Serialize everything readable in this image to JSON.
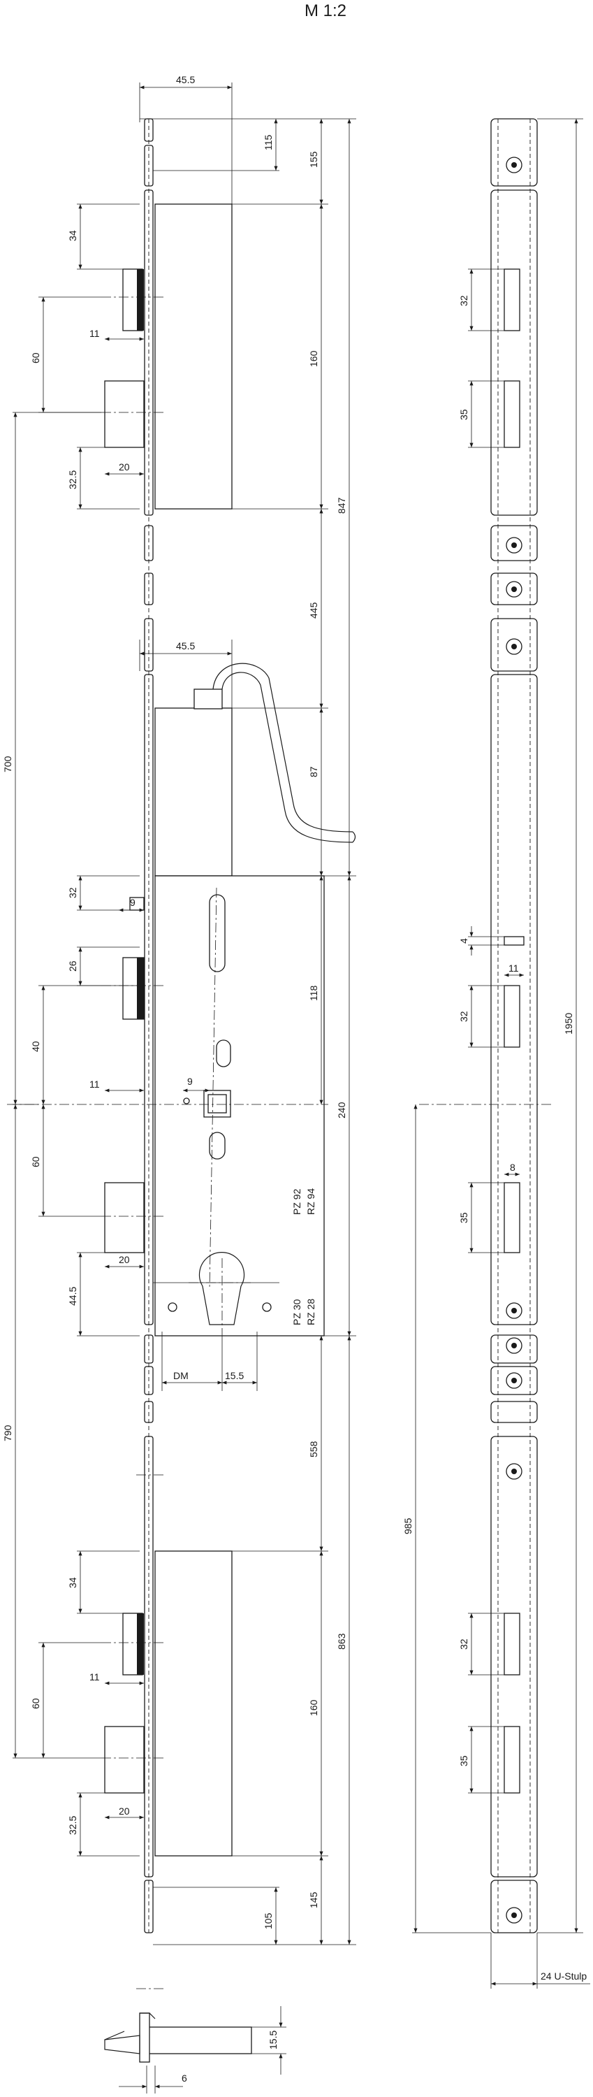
{
  "scale_label": "M 1:2",
  "colors": {
    "line": "#1a1a1a",
    "background": "#ffffff"
  },
  "front": {
    "top_width": "45.5",
    "mid_width": "45.5",
    "dims_right": [
      "115",
      "155",
      "160",
      "445",
      "87",
      "118",
      "240",
      "558",
      "160",
      "145",
      "105"
    ],
    "dims_overall": [
      "847",
      "863"
    ],
    "left_dims": [
      "34",
      "60",
      "11",
      "32.5",
      "20",
      "32",
      "9",
      "26",
      "40",
      "11",
      "9",
      "60",
      "20",
      "44.5",
      "34",
      "60",
      "11",
      "32.5",
      "20"
    ],
    "long_dims": [
      "700",
      "790"
    ],
    "pz_labels": [
      "PZ 92",
      "RZ 94",
      "PZ 30",
      "RZ 28"
    ],
    "dm_label": "DM",
    "dm_value": "15.5"
  },
  "side": {
    "dims": [
      "32",
      "35",
      "4",
      "11",
      "32",
      "8",
      "35",
      "32",
      "35"
    ],
    "total": "1950",
    "center_height": "985",
    "stulp": "24 U-Stulp"
  },
  "detail": {
    "height": "15.5",
    "width": "6"
  }
}
